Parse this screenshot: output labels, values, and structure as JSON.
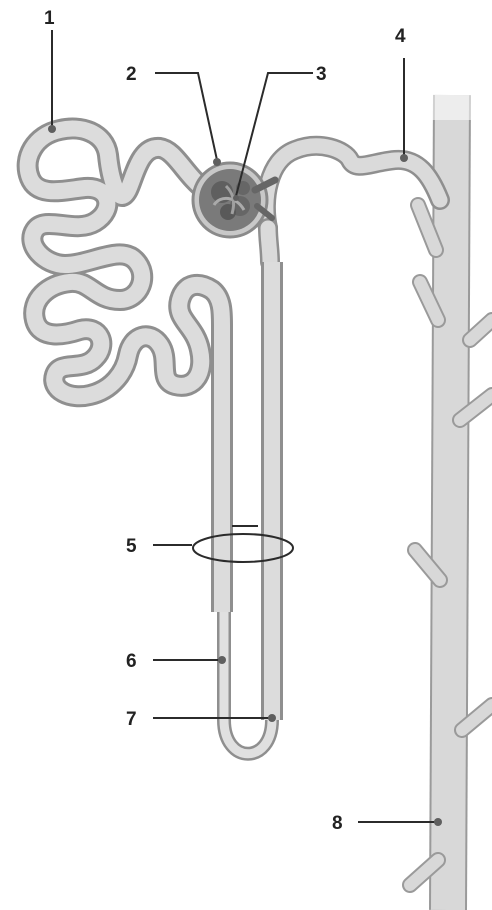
{
  "labels": [
    {
      "id": "1",
      "text": "1"
    },
    {
      "id": "2",
      "text": "2"
    },
    {
      "id": "3",
      "text": "3"
    },
    {
      "id": "4",
      "text": "4"
    },
    {
      "id": "5",
      "text": "5"
    },
    {
      "id": "6",
      "text": "6"
    },
    {
      "id": "7",
      "text": "7"
    },
    {
      "id": "8",
      "text": "8"
    }
  ],
  "colors": {
    "tube_outline": "#8f8f8f",
    "tube_fill": "#d9d9d9",
    "duct_outline": "#9a9a9a",
    "duct_fill": "#d6d6d6",
    "glomerulus_dark": "#6a6a6a",
    "glomerulus_capsule": "#c8c8c8",
    "label_text": "#222222",
    "leader_line": "#2b2b2b"
  }
}
